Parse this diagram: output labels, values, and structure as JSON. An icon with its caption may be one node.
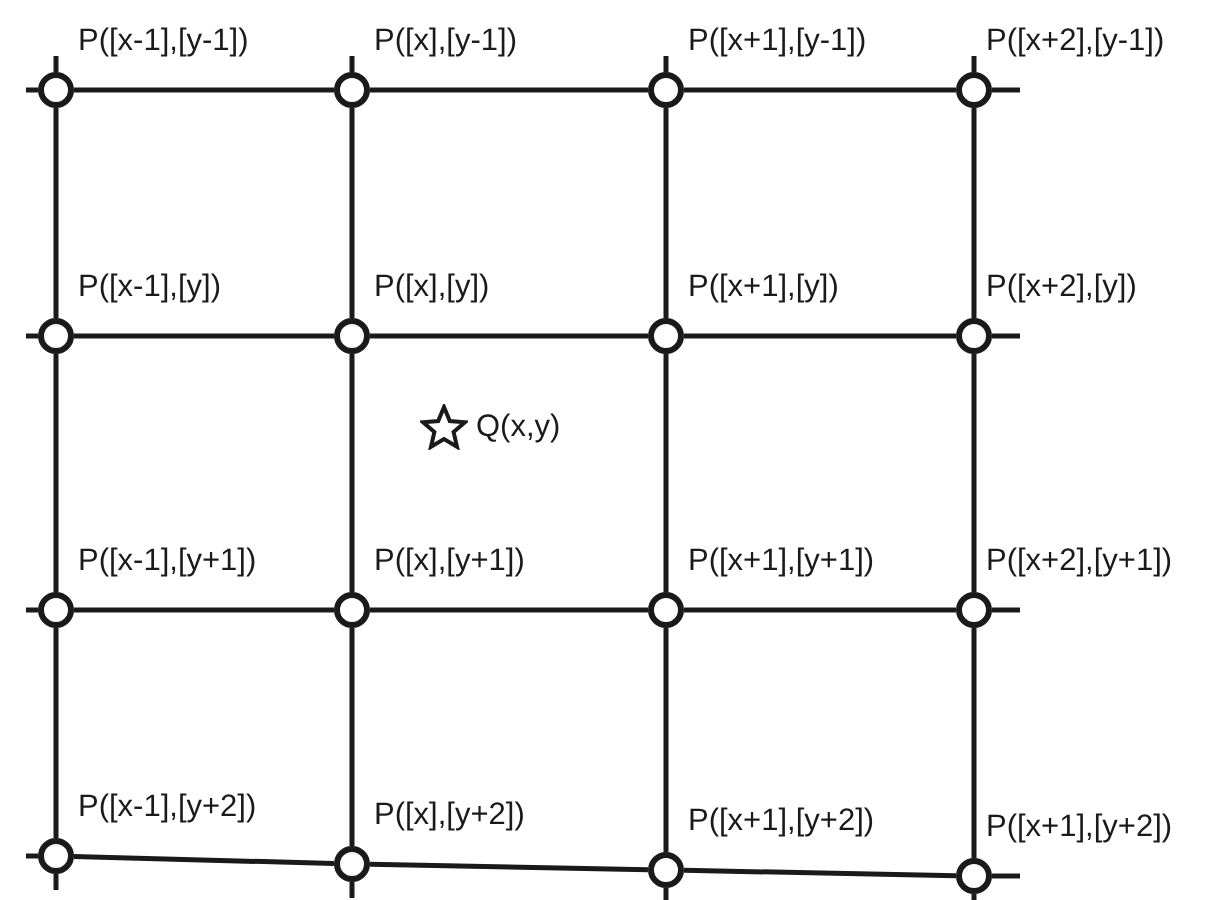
{
  "diagram": {
    "nodes": [
      {
        "text": [],
        "shape": "circle",
        "beside": [
          "P([x-1],[y-1])"
        ]
      },
      {
        "text": [],
        "shape": "circle",
        "beside": [
          "P([x],[y-1])"
        ]
      },
      {
        "text": [],
        "shape": "circle",
        "beside": [
          "P([x+1],[y-1])"
        ]
      },
      {
        "text": [],
        "shape": "circle",
        "beside": [
          "P([x+2],[y-1])"
        ]
      },
      {
        "text": [],
        "shape": "circle",
        "beside": [
          "P([x-1],[y])"
        ]
      },
      {
        "text": [],
        "shape": "circle",
        "beside": [
          "P([x],[y])"
        ]
      },
      {
        "text": [],
        "shape": "circle",
        "beside": [
          "P([x+1],[y])"
        ]
      },
      {
        "text": [],
        "shape": "circle",
        "beside": [
          "P([x+2],[y])"
        ]
      },
      {
        "text": [],
        "shape": "circle",
        "beside": [
          "P([x-1],[y+1])"
        ]
      },
      {
        "text": [],
        "shape": "circle",
        "beside": [
          "P([x],[y+1])"
        ]
      },
      {
        "text": [],
        "shape": "circle",
        "beside": [
          "P([x+1],[y+1])"
        ]
      },
      {
        "text": [],
        "shape": "circle",
        "beside": [
          "P([x+2],[y+1])"
        ]
      },
      {
        "text": [],
        "shape": "circle",
        "beside": [
          "P([x-1],[y+2])"
        ]
      },
      {
        "text": [],
        "shape": "circle",
        "beside": [
          "P([x],[y+2])"
        ]
      },
      {
        "text": [],
        "shape": "circle",
        "beside": [
          "P([x+1],[y+2])"
        ]
      },
      {
        "text": [],
        "shape": "circle",
        "beside": [
          "P([x+1],[y+2])"
        ]
      }
    ],
    "edges": [
      {
        "from": 0,
        "to": 1,
        "arrow": "none"
      },
      {
        "from": 1,
        "to": 2,
        "arrow": "none"
      },
      {
        "from": 2,
        "to": 3,
        "arrow": "none"
      },
      {
        "from": 4,
        "to": 5,
        "arrow": "none"
      },
      {
        "from": 5,
        "to": 6,
        "arrow": "none"
      },
      {
        "from": 6,
        "to": 7,
        "arrow": "none"
      },
      {
        "from": 8,
        "to": 9,
        "arrow": "none"
      },
      {
        "from": 9,
        "to": 10,
        "arrow": "none"
      },
      {
        "from": 10,
        "to": 11,
        "arrow": "none"
      },
      {
        "from": 12,
        "to": 13,
        "arrow": "none"
      },
      {
        "from": 13,
        "to": 14,
        "arrow": "none"
      },
      {
        "from": 14,
        "to": 15,
        "arrow": "none"
      },
      {
        "from": 0,
        "to": 4,
        "arrow": "none"
      },
      {
        "from": 4,
        "to": 8,
        "arrow": "none"
      },
      {
        "from": 8,
        "to": 12,
        "arrow": "none"
      },
      {
        "from": 1,
        "to": 5,
        "arrow": "none"
      },
      {
        "from": 5,
        "to": 9,
        "arrow": "none"
      },
      {
        "from": 9,
        "to": 13,
        "arrow": "none"
      },
      {
        "from": 2,
        "to": 6,
        "arrow": "none"
      },
      {
        "from": 6,
        "to": 10,
        "arrow": "none"
      },
      {
        "from": 10,
        "to": 14,
        "arrow": "none"
      },
      {
        "from": 3,
        "to": 7,
        "arrow": "none"
      },
      {
        "from": 7,
        "to": 11,
        "arrow": "none"
      },
      {
        "from": 11,
        "to": 15,
        "arrow": "none"
      }
    ],
    "labels": [
      "Q(x,y)"
    ]
  }
}
